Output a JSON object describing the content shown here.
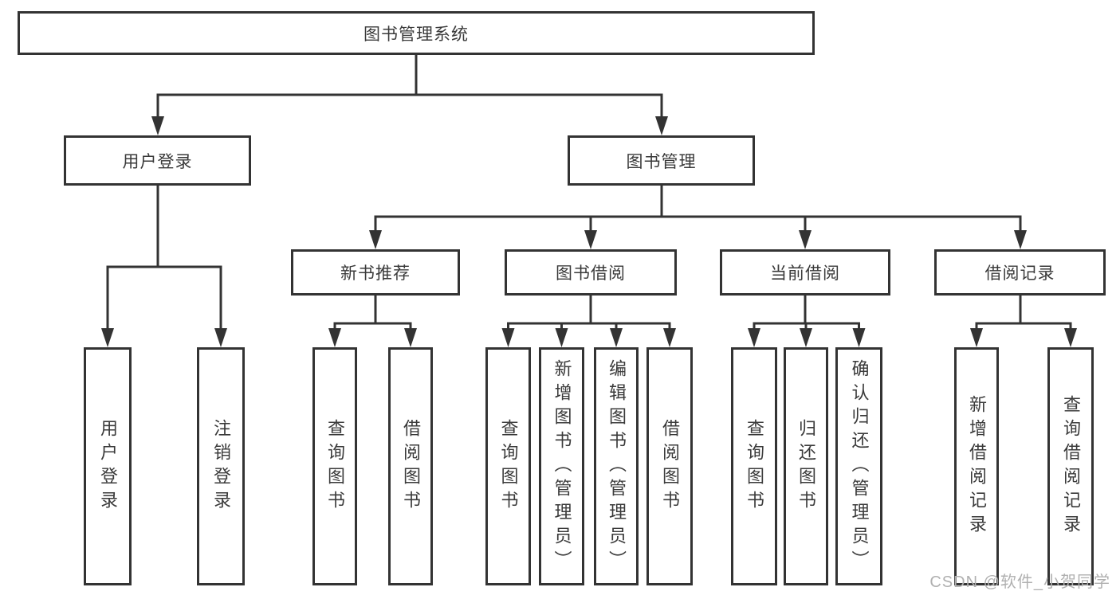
{
  "tree": {
    "root": {
      "label": "图书管理系统"
    },
    "branches": [
      {
        "label": "用户登录",
        "children": [
          {
            "label": "用户登录"
          },
          {
            "label": "注销登录"
          }
        ]
      },
      {
        "label": "图书管理",
        "children": [
          {
            "label": "新书推荐",
            "children": [
              {
                "label": "查询图书"
              },
              {
                "label": "借阅图书"
              }
            ]
          },
          {
            "label": "图书借阅",
            "children": [
              {
                "label": "查询图书"
              },
              {
                "label": "新增图书（管理员）"
              },
              {
                "label": "编辑图书（管理员）"
              },
              {
                "label": "借阅图书"
              }
            ]
          },
          {
            "label": "当前借阅",
            "children": [
              {
                "label": "查询图书"
              },
              {
                "label": "归还图书"
              },
              {
                "label": "确认归还（管理员）"
              }
            ]
          },
          {
            "label": "借阅记录",
            "children": [
              {
                "label": "新增借阅记录"
              },
              {
                "label": "查询借阅记录"
              }
            ]
          }
        ]
      }
    ]
  },
  "watermark": "CSDN @软件_小贺同学",
  "colors": {
    "line": "#333333",
    "box_border": "#333333",
    "text": "#3a3a3a",
    "watermark": "#b0b0b0",
    "background": "#ffffff"
  }
}
